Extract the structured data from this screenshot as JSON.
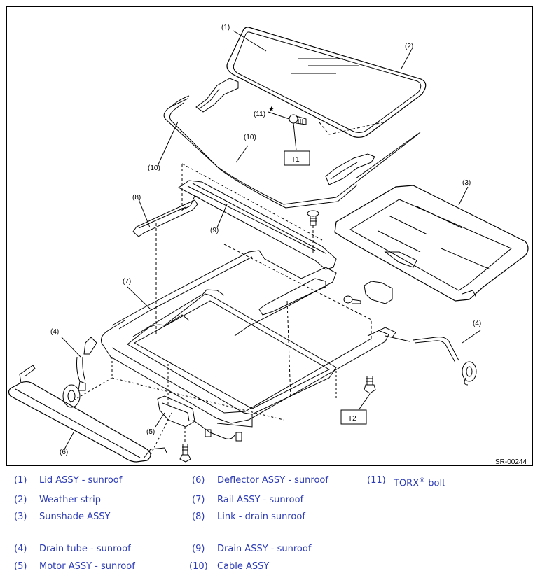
{
  "figure": {
    "code": "SR-00244",
    "callouts": [
      "(1)",
      "(2)",
      "(3)",
      "(4)",
      "(4)",
      "(5)",
      "(6)",
      "(7)",
      "(8)",
      "(9)",
      "(10)",
      "(10)",
      "(11)"
    ],
    "torque_tags": [
      "T1",
      "T2"
    ],
    "star_symbol": "★"
  },
  "legend": [
    {
      "num": "(1)",
      "text": "Lid ASSY - sunroof"
    },
    {
      "num": "(2)",
      "text": "Weather strip"
    },
    {
      "num": "(3)",
      "text": "Sunshade ASSY"
    },
    {
      "num": "(4)",
      "text": "Drain tube - sunroof"
    },
    {
      "num": "(5)",
      "text": "Motor ASSY - sunroof"
    },
    {
      "num": "(6)",
      "text": "Deflector ASSY - sunroof"
    },
    {
      "num": "(7)",
      "text": "Rail ASSY - sunroof"
    },
    {
      "num": "(8)",
      "text": "Link - drain sunroof"
    },
    {
      "num": "(9)",
      "text": "Drain ASSY - sunroof"
    },
    {
      "num": "(10)",
      "text": "Cable ASSY"
    },
    {
      "num": "(11)",
      "text": "TORX",
      "sup": "®",
      "suffix": " bolt"
    }
  ],
  "colors": {
    "legend_text": "#2c3bb5",
    "line": "#000000",
    "background": "#ffffff"
  }
}
